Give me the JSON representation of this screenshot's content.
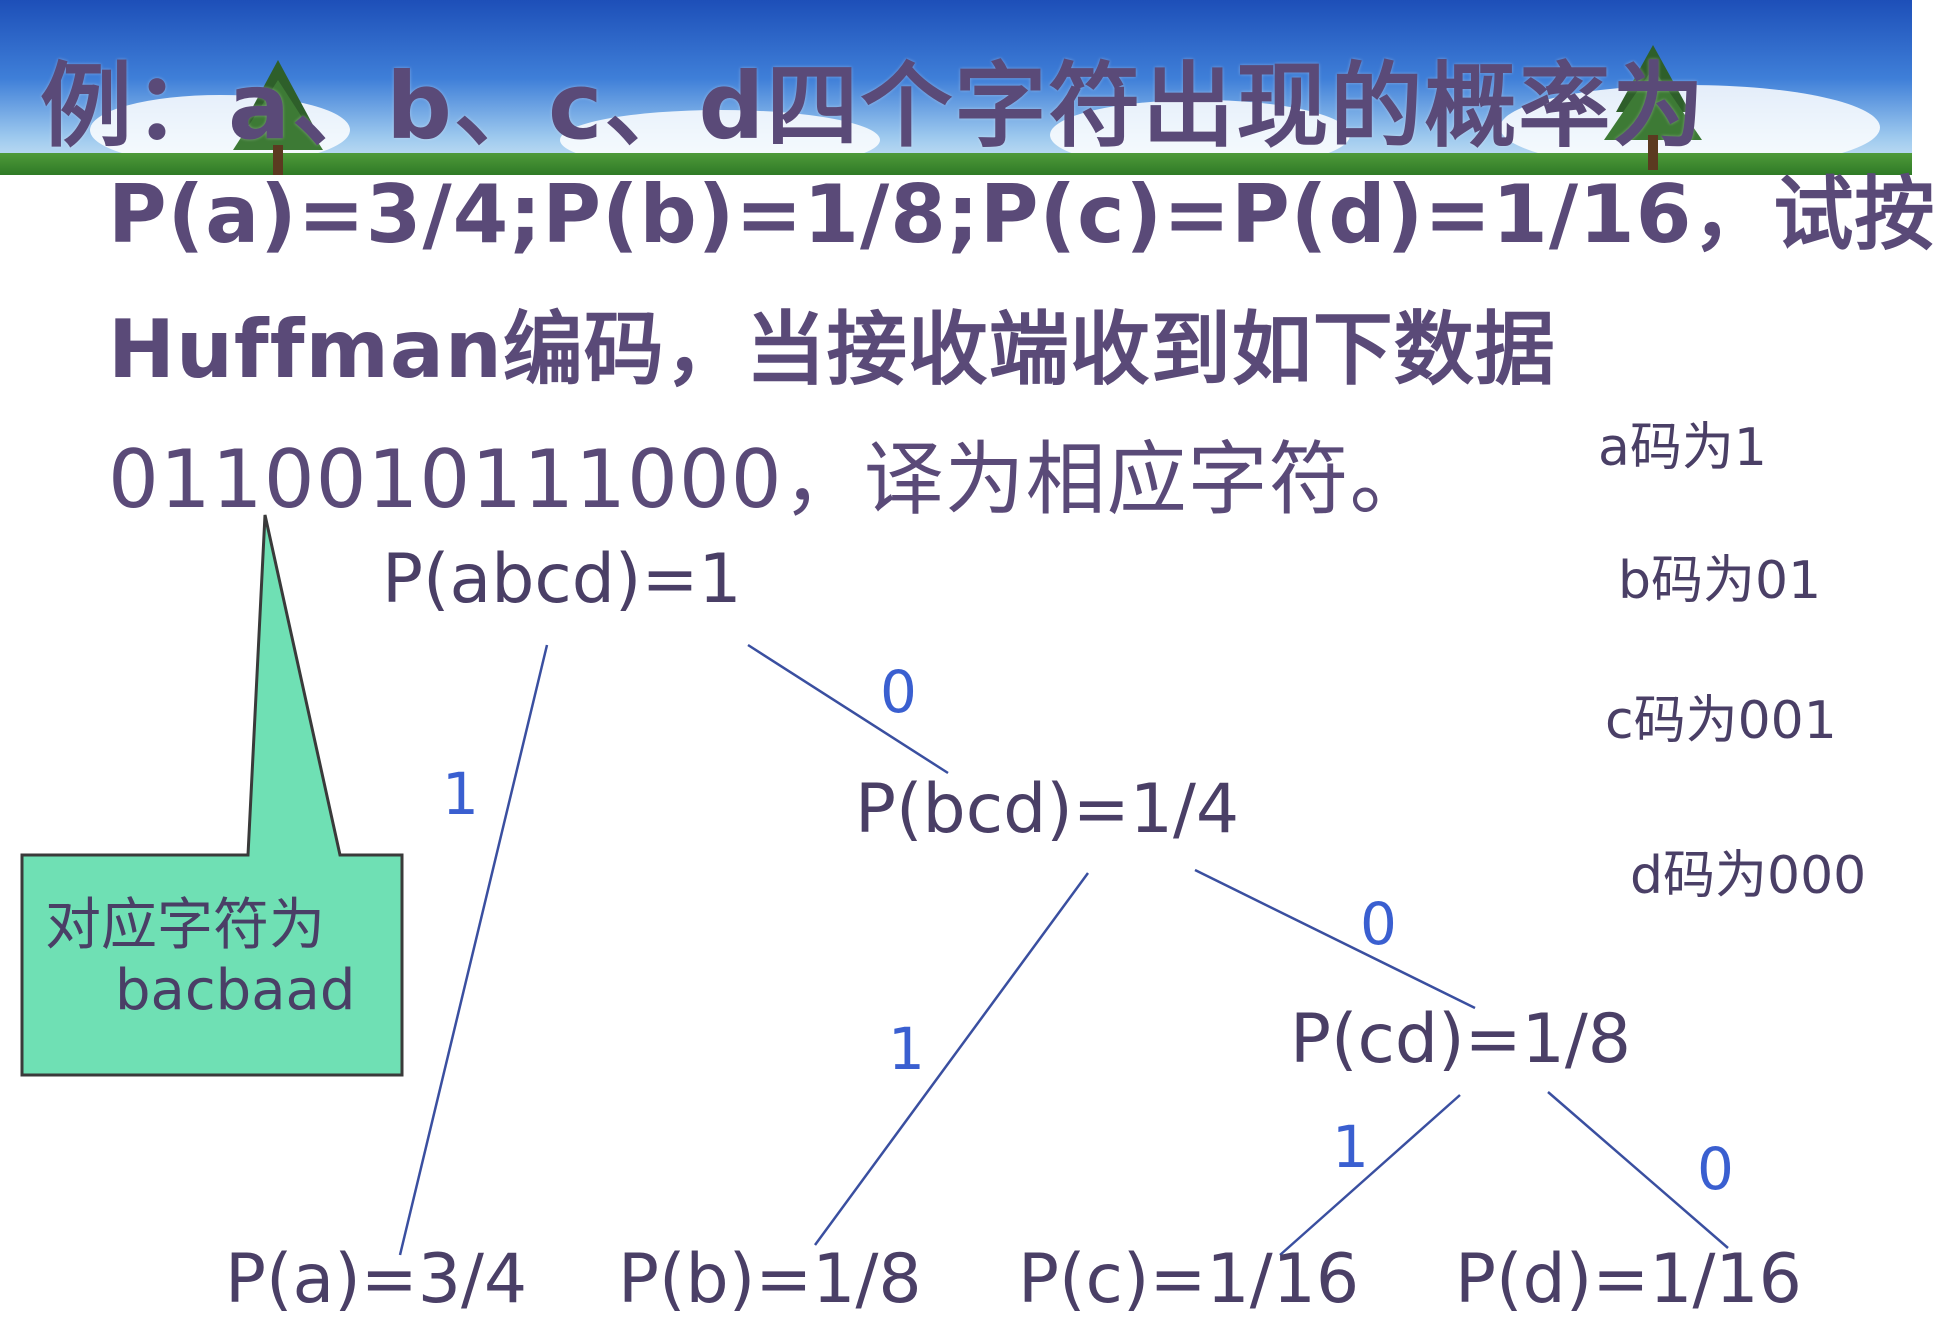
{
  "title": "例：a、b、c、d四个字符出现的概率为",
  "body_lines": [
    "P(a)=3/4;P(b)=1/8;P(c)=P(d)=1/16，试按",
    "Huffman编码，当接收端收到如下数据",
    "0110010111000，译为相应字符。"
  ],
  "codes": [
    "a码为1",
    "b码为01",
    "c码为001",
    "d码为000"
  ],
  "tree": {
    "root": "P(abcd)=1",
    "bcd": "P(bcd)=1/4",
    "cd": "P(cd)=1/8",
    "a": "P(a)=3/4",
    "b": "P(b)=1/8",
    "c": "P(c)=1/16",
    "d": "P(d)=1/16",
    "labels": {
      "root_a": "1",
      "root_bcd": "0",
      "bcd_b": "1",
      "bcd_cd": "0",
      "cd_c": "1",
      "cd_d": "0"
    }
  },
  "callout": {
    "line1": "对应字符为",
    "line2": "bacbaad"
  },
  "colors": {
    "text": "#5a4a78",
    "edge": "#3a4fa0",
    "edge_label": "#3a5fd0",
    "callout_fill": "#6fe0b4",
    "callout_stroke": "#3a3a3a"
  }
}
